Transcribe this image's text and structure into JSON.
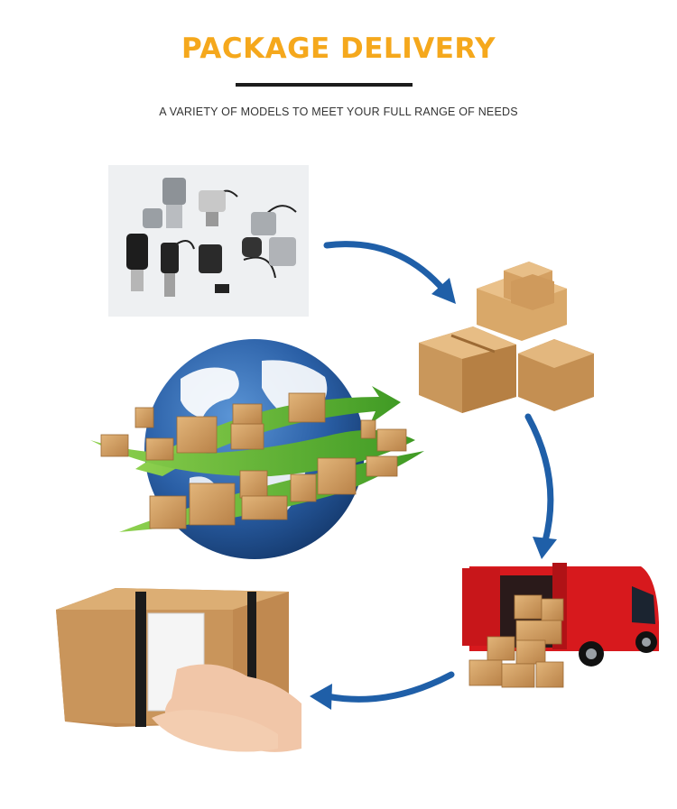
{
  "header": {
    "title": "PACKAGE DELIVERY",
    "subtitle": "A VARIETY OF MODELS TO MEET YOUR FULL RANGE OF NEEDS"
  },
  "colors": {
    "title": "#f5a81c",
    "arrow": "#1f5fa8",
    "box": "#c9975b",
    "globe_ocean": "#2a5fa6",
    "globe_ring": "#5fb832",
    "van": "#d7191d"
  },
  "steps": [
    {
      "id": "products",
      "icon": "solenoid-valves-photo"
    },
    {
      "id": "packing",
      "icon": "cardboard-boxes-stack"
    },
    {
      "id": "shipping",
      "icon": "globe-with-parcels"
    },
    {
      "id": "transport",
      "icon": "delivery-van"
    },
    {
      "id": "delivered",
      "icon": "box-in-hands"
    }
  ]
}
